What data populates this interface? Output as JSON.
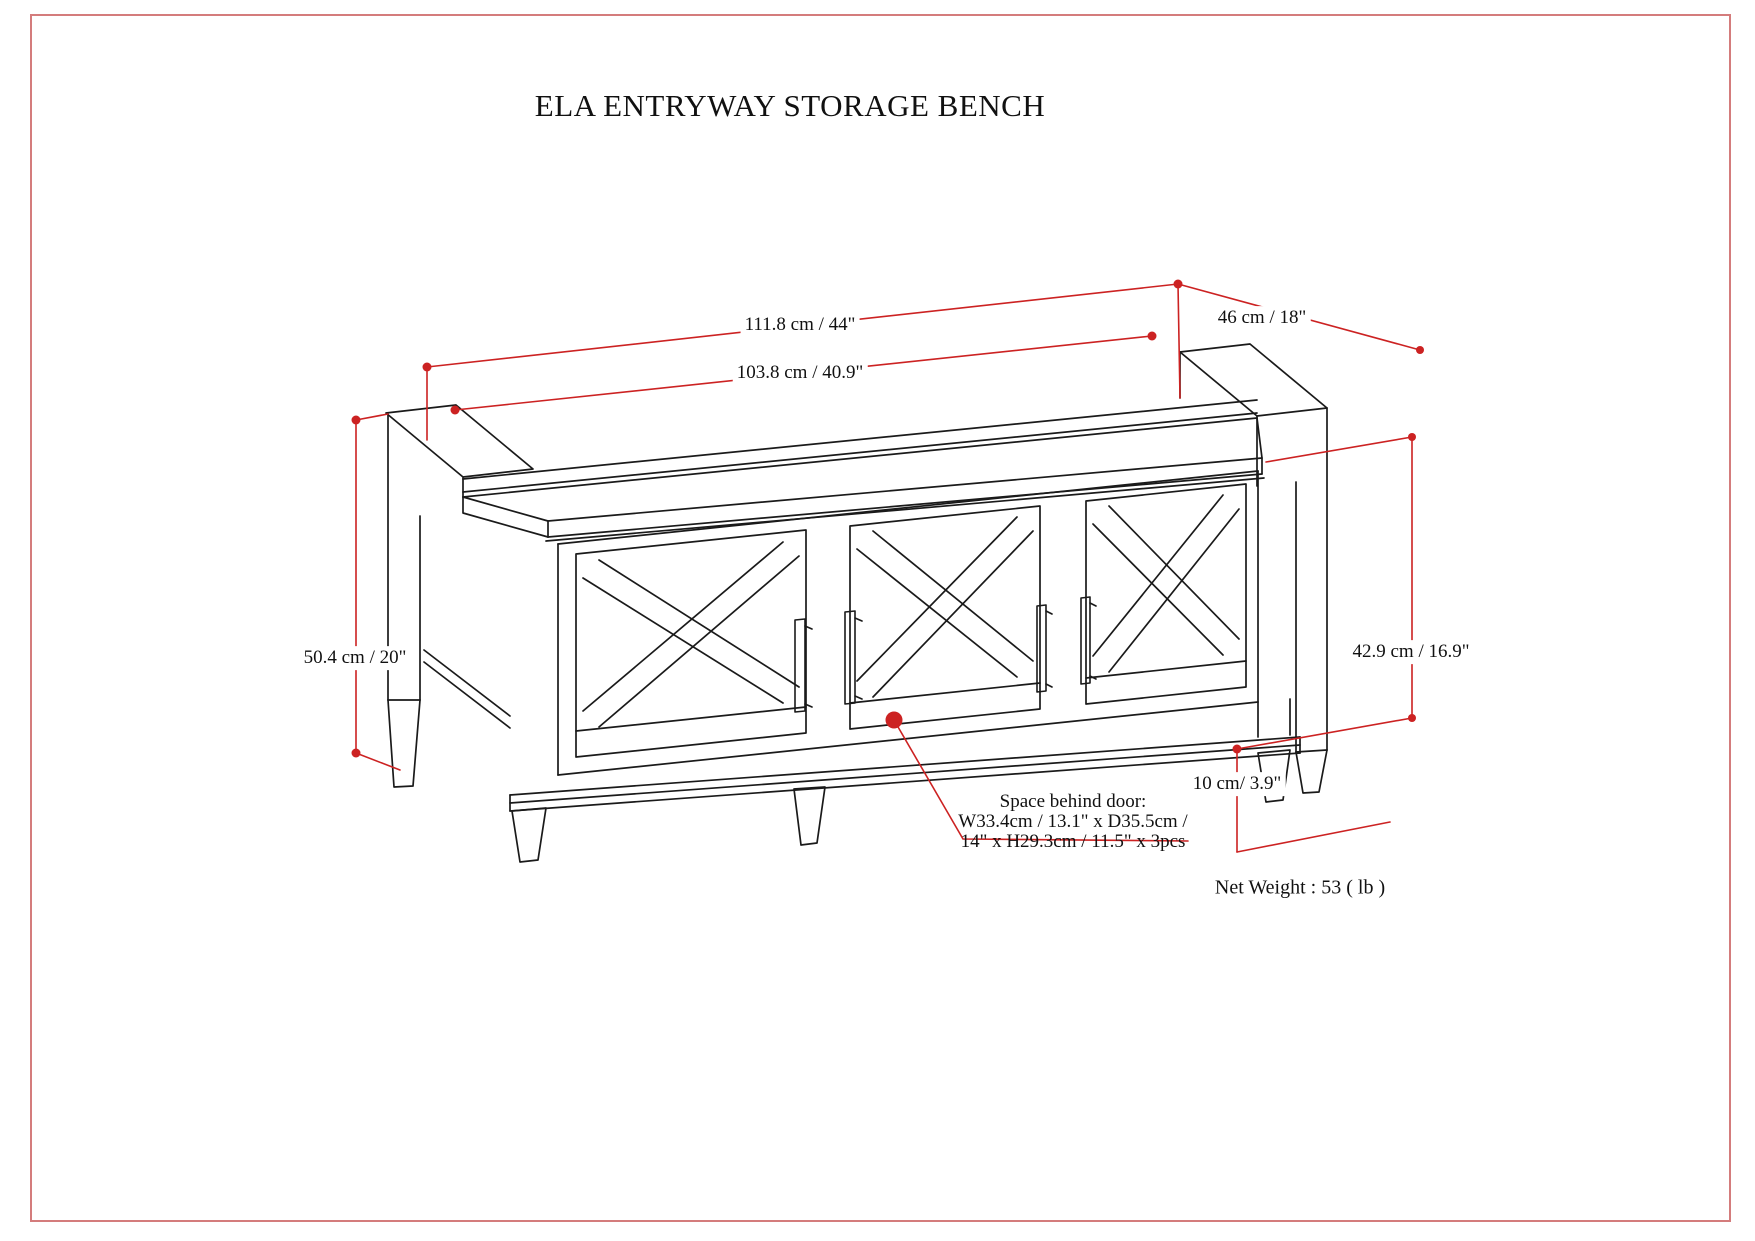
{
  "title": "ELA ENTRYWAY STORAGE BENCH",
  "dimensions": {
    "overall_width": "111.8 cm / 44\"",
    "inner_width": "103.8 cm / 40.9\"",
    "depth": "46 cm / 18\"",
    "overall_height": "50.4 cm / 20\"",
    "cabinet_height": "42.9 cm / 16.9\"",
    "ground_clearance": "10 cm/ 3.9\""
  },
  "space_behind_door": {
    "heading": "Space behind door:",
    "line2": "W33.4cm / 13.1\" x D35.5cm /",
    "line3": "14\" x H29.3cm / 11.5\" x 3pcs"
  },
  "net_weight": "Net Weight : 53 ( lb )",
  "colors": {
    "dimension_red": "#cc2222",
    "border_red": "#d47c7c",
    "line_black": "#1a1a1a"
  }
}
